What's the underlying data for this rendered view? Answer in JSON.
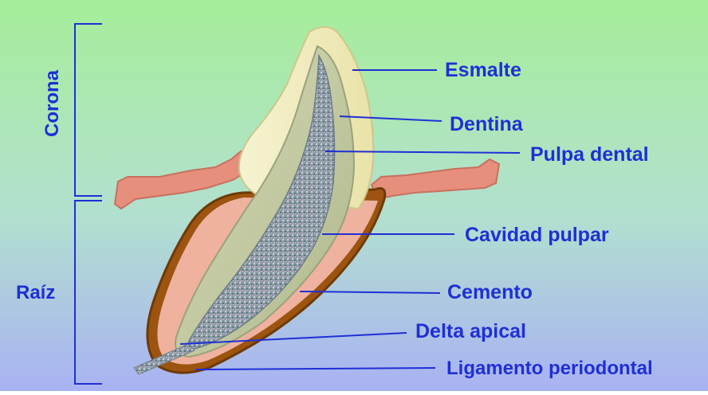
{
  "labels": {
    "esmalte": "Esmalte",
    "dentina": "Dentina",
    "pulpa_dental": "Pulpa dental",
    "cavidad_pulpar": "Cavidad pulpar",
    "cemento": "Cemento",
    "delta_apical": "Delta apical",
    "ligamento_periodontal": "Ligamento periodontal"
  },
  "regions": {
    "corona": "Corona",
    "raiz": "Raíz"
  },
  "colors": {
    "label_blue": "#1f2fd6",
    "background_top": "#a4ec9c",
    "background_bottom": "#aab4f2",
    "enamel": "#f4f1c8",
    "dentin": "#c9cfa8",
    "pulp": "#8f9ea8",
    "cementum": "#efb09c",
    "ligament": "#a0560e",
    "gum": "#e8907f"
  }
}
